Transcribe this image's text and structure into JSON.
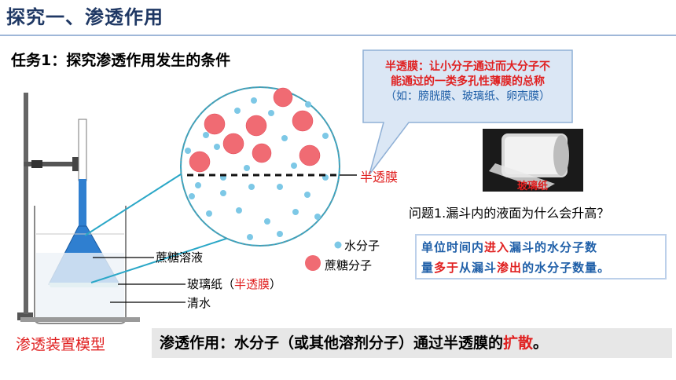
{
  "header": {
    "title": "探究一、渗透作用"
  },
  "task": {
    "title": "任务1：探究渗透作用发生的条件"
  },
  "callout": {
    "line1": "半透膜：让小分子通过而大分子不",
    "line2": "能通过的一类多孔性薄膜的总称",
    "line3": "（如：膀胱膜、玻璃纸、卵壳膜）"
  },
  "photo": {
    "label": "玻璃纸"
  },
  "circle": {
    "membrane_label": "半透膜"
  },
  "legend": {
    "water": "水分子",
    "sucrose": "蔗糖分子"
  },
  "apparatus": {
    "sucrose_solution": "蔗糖溶液",
    "glass_paper": "玻璃纸（",
    "glass_paper_red": "半透膜",
    "glass_paper_end": "）",
    "clear_water": "清水",
    "model_label": "渗透装置模型"
  },
  "question": {
    "text": "问题1.漏斗内的液面为什么会升高？"
  },
  "answer": {
    "p1": "单位时间内",
    "r1": "进入",
    "p2": "漏斗的水分子数",
    "p3": "量",
    "r2": "多于",
    "p4": "从漏斗",
    "r3": "渗出",
    "p5": "的水分子数量。"
  },
  "conclusion": {
    "text": "渗透作用：水分子（或其他溶剂分子）通过半透膜的",
    "red": "扩散",
    "end": "。"
  },
  "colors": {
    "title": "#1f3864",
    "accent_red": "#e02020",
    "accent_blue": "#1f5fa8",
    "funnel_blue": "#2f7fd0"
  }
}
